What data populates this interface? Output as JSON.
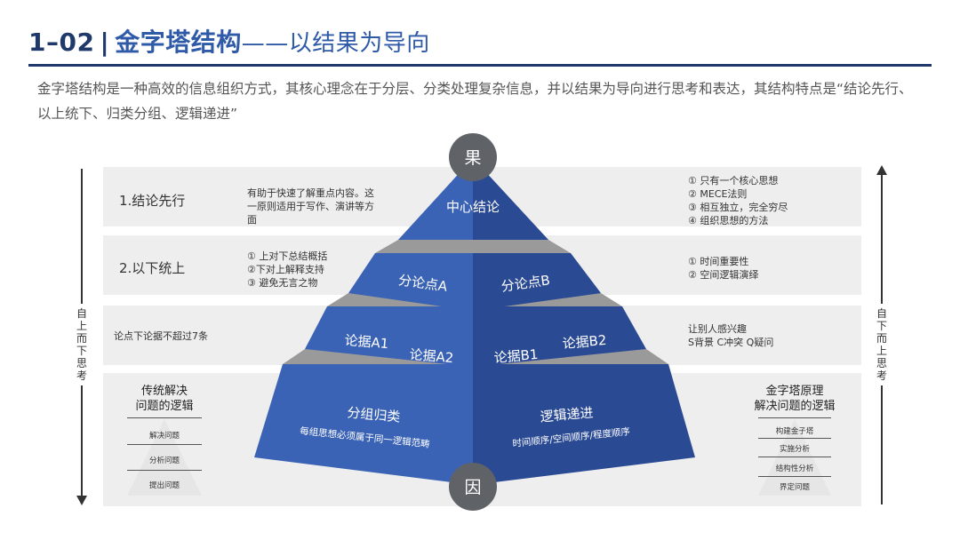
{
  "header": {
    "number": "1–02",
    "separator": "|",
    "title": "金字塔结构",
    "subtitle": "——以结果为导向"
  },
  "intro": "金字塔结构是一种高效的信息组织方式，其核心理念在于分层、分类处理复杂信息，并以结果为导向进行思考和表达，其结构特点是“结论先行、以上统下、归类分组、逻辑递进”",
  "colors": {
    "title_dark": "#1f3a6a",
    "title_blue": "#2e5aa8",
    "pyramid_light": "#3b63b5",
    "pyramid_dark": "#2a4a94",
    "band": "#eeeeee",
    "separator": "#9a9a9a",
    "circle": "#5f6368"
  },
  "bands": [
    {
      "label": "1.结论先行",
      "left_text": "有助于快速了解重点内容。这一原则适用于写作、演讲等方面",
      "right_items": [
        "① 只有一个核心思想",
        "② MECE法则",
        "③ 相互独立，完全穷尽",
        "④ 组织思想的方法"
      ]
    },
    {
      "label": "2.以下统上",
      "left_items": [
        "① 上对下总结概括",
        "②下对上解释支持",
        "③ 避免无言之物"
      ],
      "right_items": [
        "① 时间重要性",
        "② 空间逻辑演绎"
      ]
    },
    {
      "left_text": "论点下论据不超过7条",
      "right_items": [
        "让别人感兴趣",
        "S背景  C冲突  Q疑问"
      ]
    }
  ],
  "pyramid": {
    "top_circle": "果",
    "bottom_circle": "因",
    "apex": "中心结论",
    "tier2": [
      "分论点A",
      "分论点B"
    ],
    "tier3": [
      "论据A1",
      "论据A2",
      "论据B1",
      "论据B2"
    ],
    "base_left_title": "分组归类",
    "base_left_sub": "每组思想必须属于同一逻辑范畴",
    "base_right_title": "逻辑递进",
    "base_right_sub": "时间顺序/空间顺序/程度顺序"
  },
  "left_axis": {
    "label": "自上而下思考",
    "direction": "down"
  },
  "right_axis": {
    "label": "自下而上思考",
    "direction": "up"
  },
  "left_mini": {
    "title_line1": "传统解决",
    "title_line2": "问题的逻辑",
    "levels": [
      "解决问题",
      "分析问题",
      "提出问题"
    ]
  },
  "right_mini": {
    "title_line1": "金字塔原理",
    "title_line2": "解决问题的逻辑",
    "levels": [
      "构建金子塔",
      "实施分析",
      "结构性分析",
      "界定问题"
    ]
  }
}
